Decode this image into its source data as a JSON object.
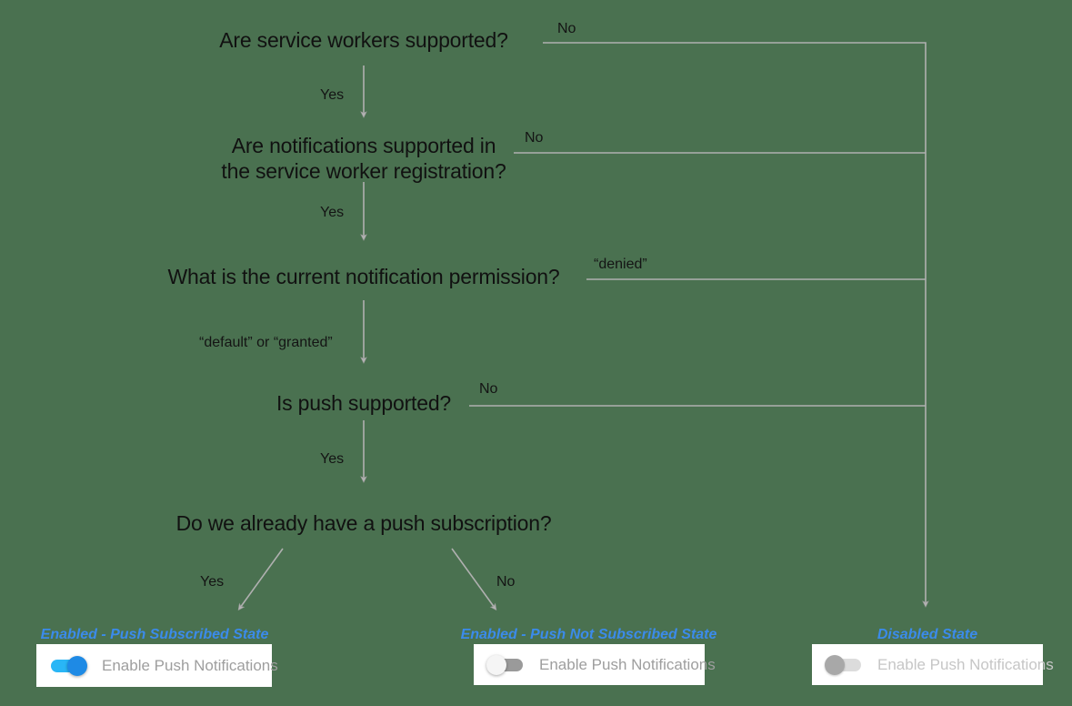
{
  "diagram": {
    "title": "Push notification enablement decision flow",
    "background_color": "#4a7150",
    "line_color": "#b0b0b0",
    "accent_color": "#3b8beb"
  },
  "nodes": [
    {
      "id": "q1",
      "text": "Are service workers supported?"
    },
    {
      "id": "q2",
      "text": "Are notifications supported in\nthe service worker registration?"
    },
    {
      "id": "q3",
      "text": "What is the current notification permission?"
    },
    {
      "id": "q4",
      "text": "Is push supported?"
    },
    {
      "id": "q5",
      "text": "Do we already have a push subscription?"
    }
  ],
  "edge_labels": [
    {
      "id": "e1-no",
      "text": "No"
    },
    {
      "id": "e1-yes",
      "text": "Yes"
    },
    {
      "id": "e2-no",
      "text": "No"
    },
    {
      "id": "e2-yes",
      "text": "Yes"
    },
    {
      "id": "e3-denied",
      "text": "“denied”"
    },
    {
      "id": "e3-default",
      "text": "“default” or “granted”"
    },
    {
      "id": "e4-no",
      "text": "No"
    },
    {
      "id": "e4-yes",
      "text": "Yes"
    },
    {
      "id": "e5-yes",
      "text": "Yes"
    },
    {
      "id": "e5-no",
      "text": "No"
    }
  ],
  "outcomes": [
    {
      "id": "subscribed",
      "state_label": "Enabled - Push Subscribed State",
      "toggle_label": "Enable Push Notifications",
      "toggle_state": "on",
      "toggle_disabled": false
    },
    {
      "id": "not-subscribed",
      "state_label": "Enabled - Push Not Subscribed State",
      "toggle_label": "Enable Push Notifications",
      "toggle_state": "off",
      "toggle_disabled": false
    },
    {
      "id": "disabled",
      "state_label": "Disabled State",
      "toggle_label": "Enable Push Notifications",
      "toggle_state": "off",
      "toggle_disabled": true
    }
  ]
}
